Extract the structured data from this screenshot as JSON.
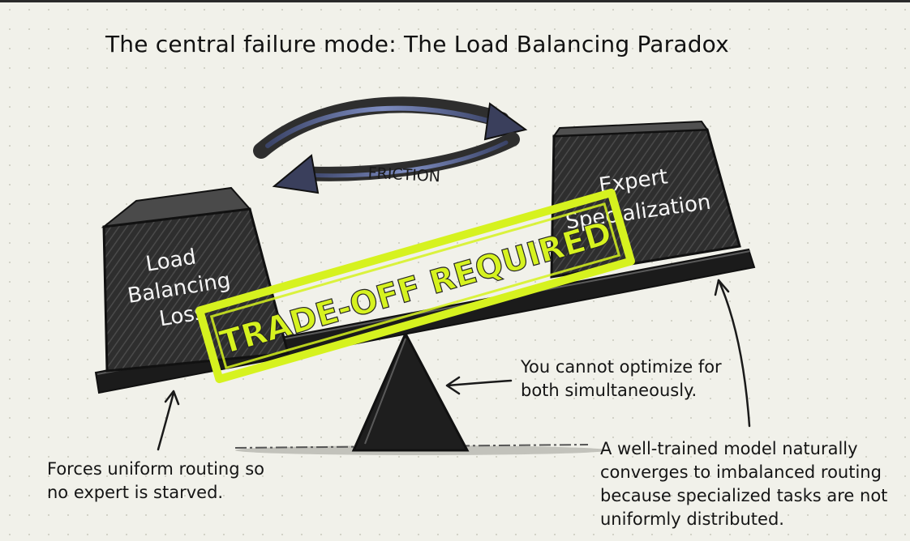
{
  "title": "The central failure mode: The Load Balancing Paradox",
  "friction_label": "FRICTION",
  "left_weight": {
    "lines": [
      "Load",
      "Balancing",
      "Loss"
    ]
  },
  "right_weight": {
    "lines": [
      "Expert",
      "Specialization"
    ]
  },
  "stamp_label": "TRADE-OFF REQUIRED",
  "notes": {
    "left": "Forces uniform routing so no expert is starved.",
    "middle": "You cannot optimize for both simultaneously.",
    "right": "A well-trained model naturally converges to imbalanced routing because specialized tasks are not uniformly distributed."
  },
  "colors": {
    "ink": "#1c1c1c",
    "block": "#3a3a3a",
    "stamp": "#d6f21f",
    "arrow_blue": "#5b6a9a",
    "paper": "#f1f1ea"
  }
}
